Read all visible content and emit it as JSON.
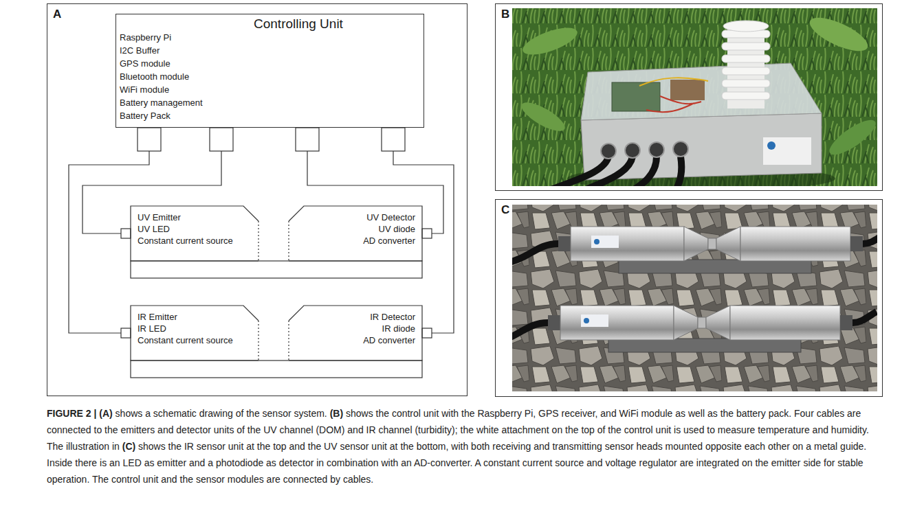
{
  "diagram": {
    "caption": "FIGURE 2 | (A) shows a schematic drawing of the sensor system. (B) shows the control unit with the Raspberry Pi, GPS receiver, and WiFi module as well as the battery pack. Four cables are connected to the emitters and detector units of the UV channel (DOM) and IR channel (turbidity); the white attachment on the top of the control unit is used to measure temperature and humidity. The illustration in (C) shows the IR sensor unit at the top and the UV sensor unit at the bottom, with both receiving and transmitting sensor heads mounted opposite each other on a metal guide. Inside there is an LED as emitter and a photodiode as detector in combination with an AD-converter. A constant current source and voltage regulator are integrated on the emitter side for stable operation. The control unit and the sensor modules are connected by cables.",
    "nodes": [
      {
        "text": [
          "A"
        ]
      },
      {
        "text": [
          "Controlling Unit",
          "Raspberry Pi",
          "I2C Buffer",
          "GPS module",
          "Bluetooth module",
          "WiFi module",
          "Battery management",
          "Battery Pack"
        ],
        "in": 0
      },
      {
        "text": [
          "UV Emitter",
          "UV LED",
          "Constant current source"
        ],
        "in": 0
      },
      {
        "text": [
          "UV Detector",
          "UV diode",
          "AD converter"
        ],
        "in": 0
      },
      {
        "text": [
          "IR Emitter",
          "IR LED",
          "Constant current source"
        ],
        "in": 0
      },
      {
        "text": [
          "IR Detector",
          "IR diode",
          "AD converter"
        ],
        "in": 0
      },
      {
        "text": [
          "B"
        ]
      },
      {
        "text": [
          "C"
        ]
      }
    ],
    "edges": [
      {
        "from": 1,
        "to": 2,
        "arrow": "none"
      },
      {
        "from": 1,
        "to": 3,
        "arrow": "none"
      },
      {
        "from": 1,
        "to": 4,
        "arrow": "none"
      },
      {
        "from": 1,
        "to": 5,
        "arrow": "none"
      }
    ]
  }
}
